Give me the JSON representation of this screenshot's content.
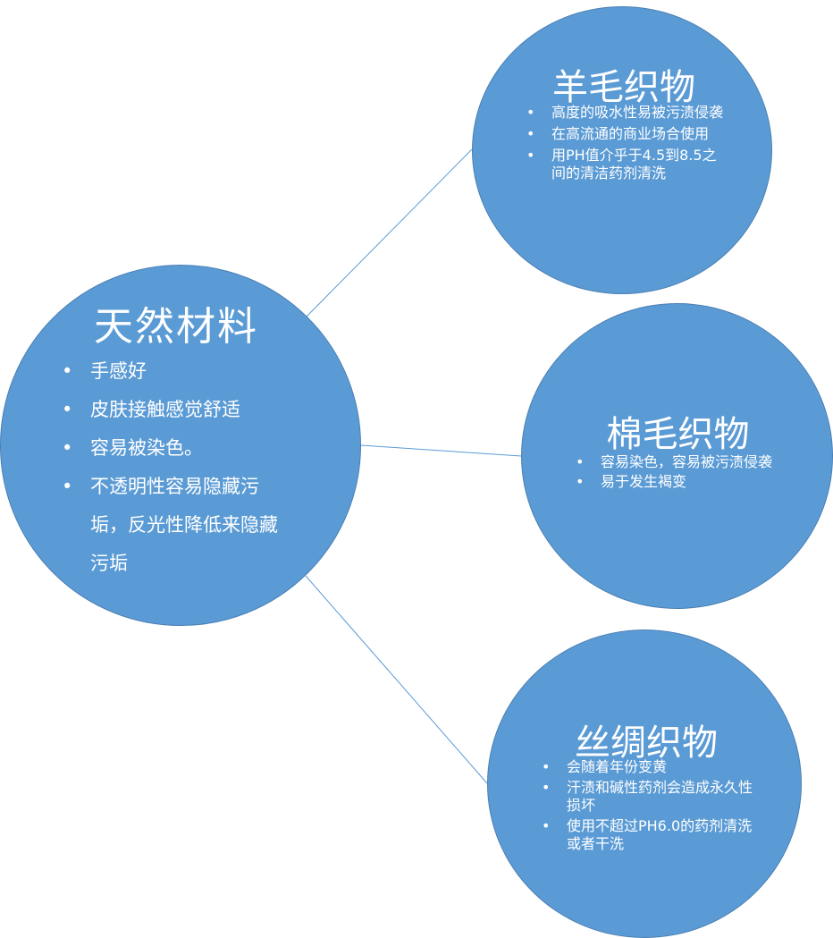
{
  "colors": {
    "node_fill": "#5b9bd5",
    "connector": "#5b9bd5",
    "text": "#ffffff"
  },
  "main": {
    "title": "天然材料",
    "bullets": [
      "手感好",
      "皮肤接触感觉舒适",
      "容易被染色。",
      "不透明性容易隐藏污垢，反光性降低来隐藏污垢"
    ]
  },
  "wool": {
    "title": "羊毛织物",
    "bullets": [
      "高度的吸水性易被污渍侵袭",
      "在高流通的商业场合使用",
      "用PH值介乎于4.5到8.5之间的清洁药剂清洗"
    ]
  },
  "cotton": {
    "title": "棉毛织物",
    "bullets": [
      "容易染色，容易被污渍侵袭",
      "易于发生褐变"
    ]
  },
  "silk": {
    "title": "丝绸织物",
    "bullets": [
      "会随着年份变黄",
      "汗渍和碱性药剂会造成永久性损坏",
      "使用不超过PH6.0的药剂清洗或者干洗"
    ]
  },
  "bullet_symbol": "•"
}
